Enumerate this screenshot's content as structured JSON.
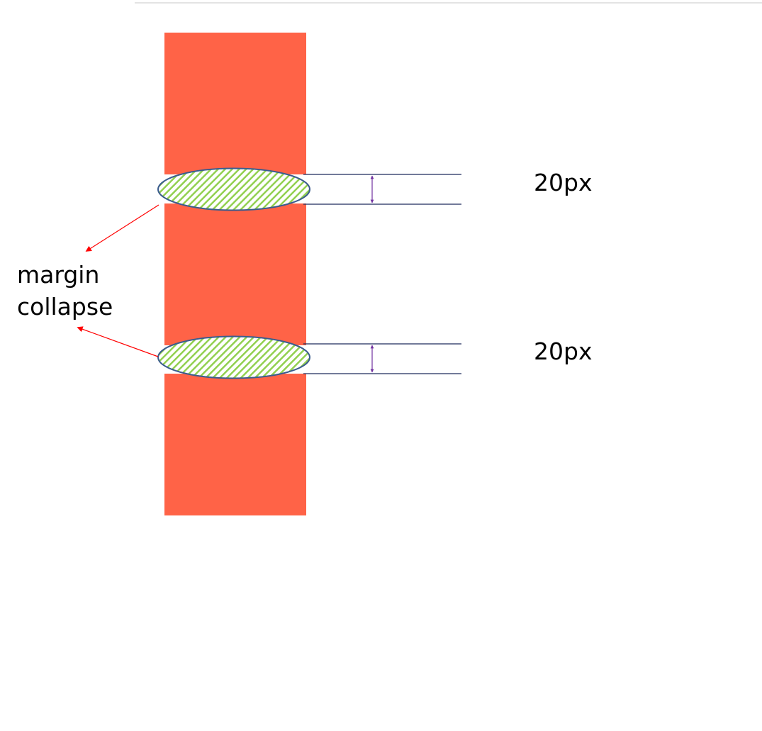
{
  "colors": {
    "block": "#FF6347",
    "hatch_green": "#92D050",
    "ellipse_stroke": "#3B5C8E",
    "measure_line": "#1F2A5C",
    "measure_arrow": "#7030A0",
    "pointer_arrow": "#FF0000",
    "top_rule": "#E3E3E3"
  },
  "measurements": [
    {
      "label": "20px"
    },
    {
      "label": "20px"
    }
  ],
  "annotation": {
    "line1": "margin",
    "line2": "collapse"
  }
}
